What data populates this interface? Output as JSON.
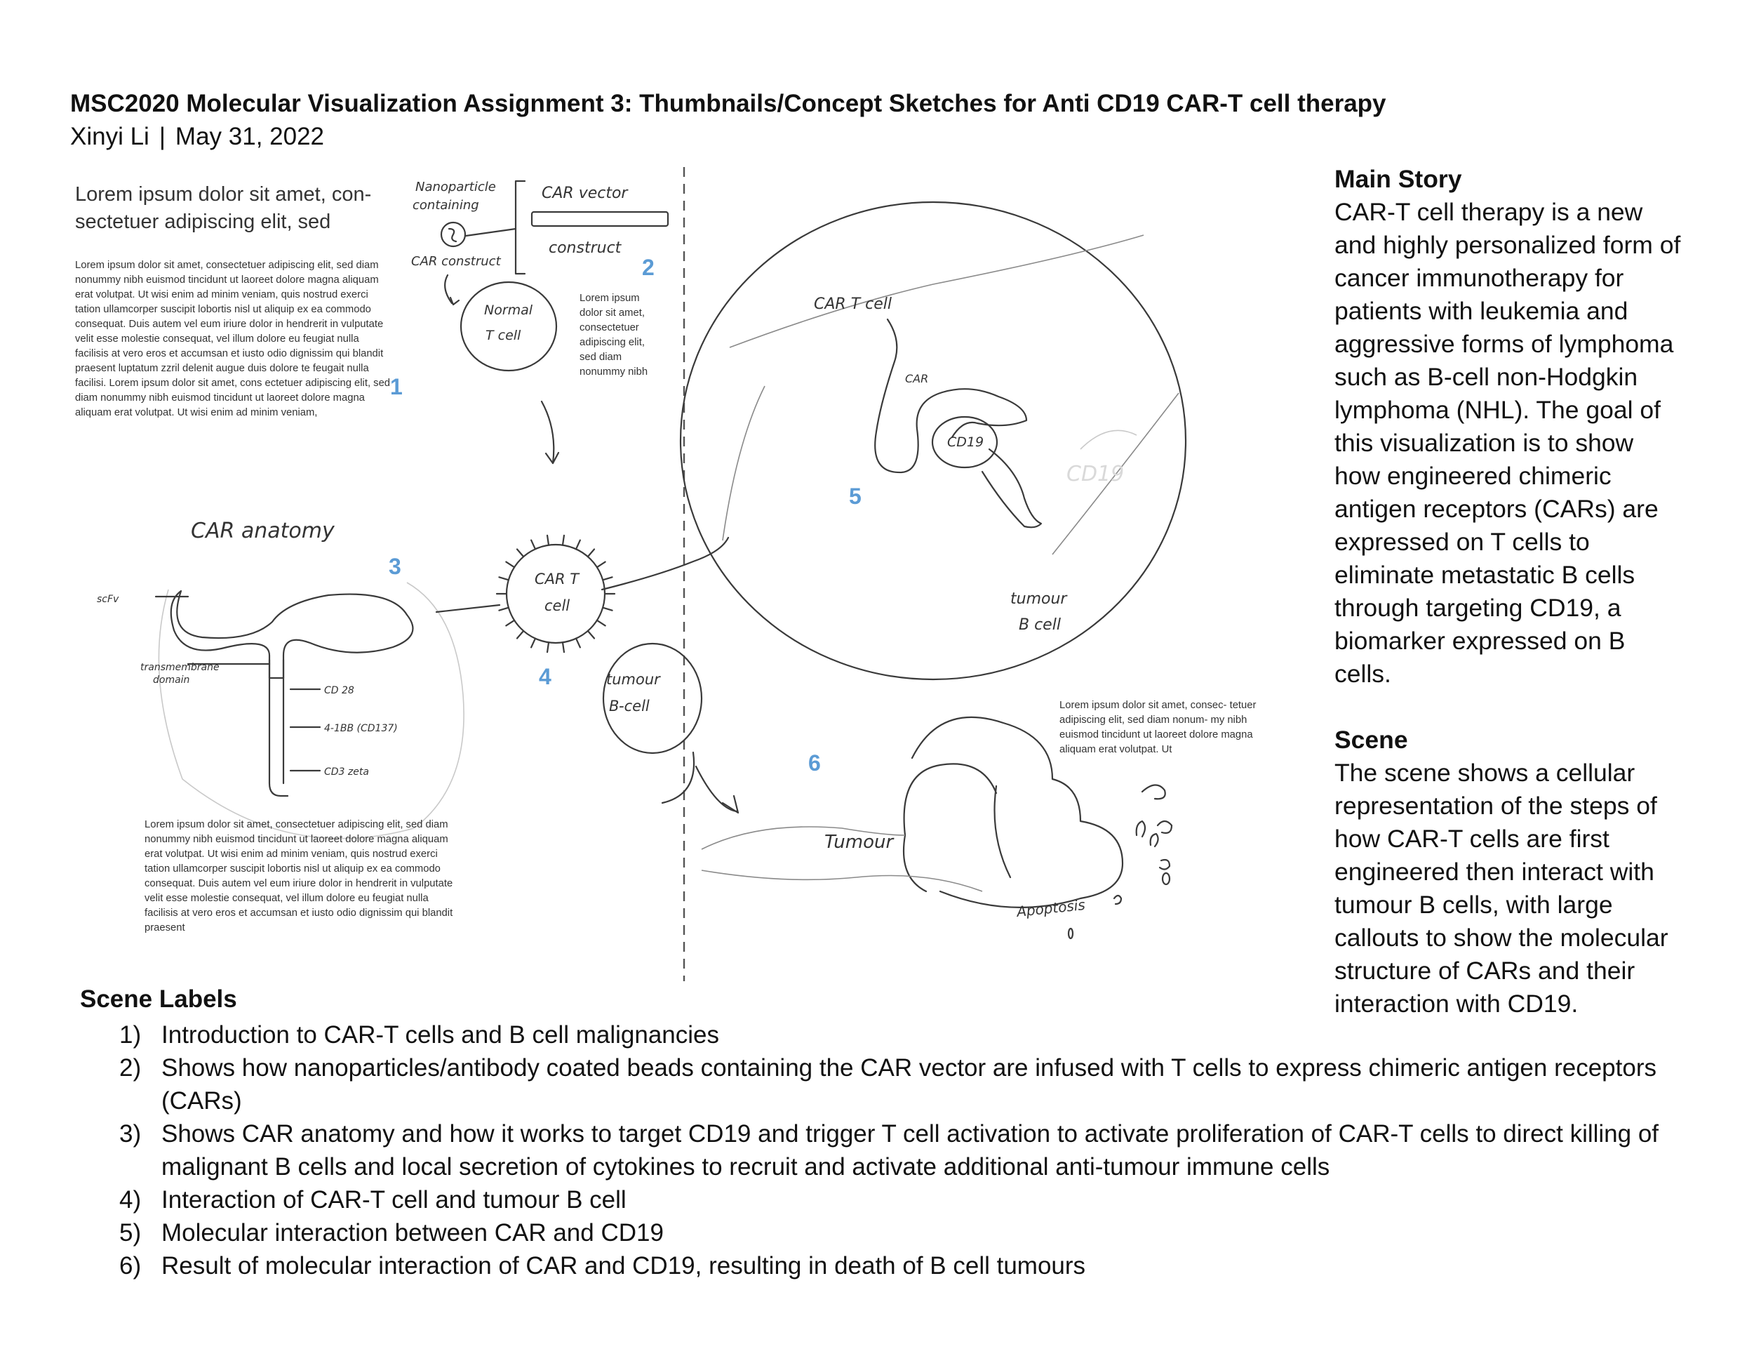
{
  "header": {
    "title": "MSC2020 Molecular Visualization Assignment 3: Thumbnails/Concept Sketches for Anti CD19 CAR-T cell therapy",
    "author": "Xinyi Li",
    "separator": "|",
    "date": "May 31, 2022"
  },
  "panels": {
    "panel1": {
      "number": "1",
      "heading": "Lorem ipsum dolor sit amet, con- sectetuer adipiscing elit, sed",
      "body": "Lorem ipsum dolor sit amet, consectetuer adipiscing elit, sed diam nonummy nibh euismod tincidunt ut laoreet dolore magna aliquam erat volutpat. Ut wisi enim ad minim veniam, quis nostrud exerci tation ullamcorper suscipit lobortis nisl ut aliquip ex ea commodo consequat. Duis autem vel eum iriure dolor in hendrerit in vulputate velit esse molestie consequat, vel illum dolore eu feugiat nulla facilisis at vero eros et accumsan et iusto odio dignissim qui blandit praesent luptatum zzril delenit augue duis dolore te feugait nulla facilisi. Lorem ipsum dolor sit amet, cons ectetuer adipiscing elit, sed diam nonummy nibh euismod tincidunt ut laoreet dolore magna aliquam erat volutpat. Ut wisi enim ad minim veniam,"
    },
    "panel2": {
      "number": "2",
      "labels": {
        "nanoparticle_1": "Nanoparticle",
        "nanoparticle_2": "containing",
        "car_construct": "CAR construct",
        "car_vector": "CAR vector",
        "construct": "construct",
        "normal": "Normal",
        "t_cell": "T cell"
      },
      "body": "Lorem ipsum dolor sit amet, consectetuer adipiscing elit, sed diam nonummy nibh"
    },
    "panel3": {
      "number": "3",
      "labels": {
        "title": "CAR anatomy",
        "scfv": "scFv",
        "transmembrane_1": "transmembrane",
        "transmembrane_2": "domain",
        "cd28": "CD 28",
        "bb": "4-1BB (CD137)",
        "cd3": "CD3 zeta"
      },
      "body": "Lorem ipsum dolor sit amet, consectetuer adipiscing elit, sed diam nonummy nibh euismod tincidunt ut laoreet dolore magna aliquam erat volutpat. Ut wisi enim ad minim veniam, quis nostrud exerci tation ullamcorper suscipit lobortis nisl ut aliquip ex ea commodo consequat. Duis autem vel eum iriure dolor in hendrerit in vulputate velit esse molestie consequat, vel illum dolore eu feugiat nulla facilisis at vero eros et accumsan et iusto odio dignissim qui blandit praesent"
    },
    "panel4": {
      "number": "4",
      "labels": {
        "car_t_1": "CAR T",
        "car_t_2": "cell",
        "tumour_1": "tumour",
        "tumour_2": "B-cell"
      }
    },
    "panel5": {
      "number": "5",
      "labels": {
        "car_t": "CAR T cell",
        "car": "CAR",
        "cd19": "CD19",
        "cd19_faint": "CD19",
        "tumour_1": "tumour",
        "tumour_2": "B cell"
      }
    },
    "panel6": {
      "number": "6",
      "labels": {
        "tumour": "Tumour",
        "apoptosis": "Apoptosis"
      },
      "body": "Lorem ipsum dolor sit amet, consec- tetuer adipiscing elit, sed diam nonum- my nibh euismod tincidunt ut laoreet dolore magna aliquam erat volutpat. Ut"
    }
  },
  "main_story": {
    "title": "Main Story",
    "text": "CAR-T cell therapy is a new and highly personalized form of cancer immunotherapy for patients with leukemia and aggressive forms of lymphoma such as B-cell non-Hodgkin lymphoma (NHL). The goal of this visualization is to show how engineered chimeric antigen receptors (CARs) are expressed on T cells to eliminate metastatic B cells through targeting CD19, a biomarker expressed on B cells."
  },
  "scene": {
    "title": "Scene",
    "text": "The scene shows a cellular representation of the steps of how CAR-T cells are first engineered then interact with tumour B cells, with large callouts to show the molecular structure of CARs and their interaction with CD19."
  },
  "scene_labels": {
    "title": "Scene Labels",
    "items": [
      {
        "index": "1)",
        "text": "Introduction to CAR-T cells and B cell malignancies"
      },
      {
        "index": "2)",
        "text": "Shows how nanoparticles/antibody coated beads containing the CAR vector are infused with T cells to express chimeric antigen receptors (CARs)"
      },
      {
        "index": "3)",
        "text": "Shows CAR anatomy and how it works to target CD19 and trigger T cell activation to activate proliferation of CAR-T cells to direct killing of malignant B cells and local secretion of cytokines to recruit and activate additional anti-tumour immune cells"
      },
      {
        "index": "4)",
        "text": "Interaction of CAR-T cell and tumour B cell"
      },
      {
        "index": "5)",
        "text": "Molecular interaction between CAR and CD19"
      },
      {
        "index": "6)",
        "text": "Result of molecular interaction of CAR and CD19, resulting in death of B cell tumours"
      }
    ]
  }
}
